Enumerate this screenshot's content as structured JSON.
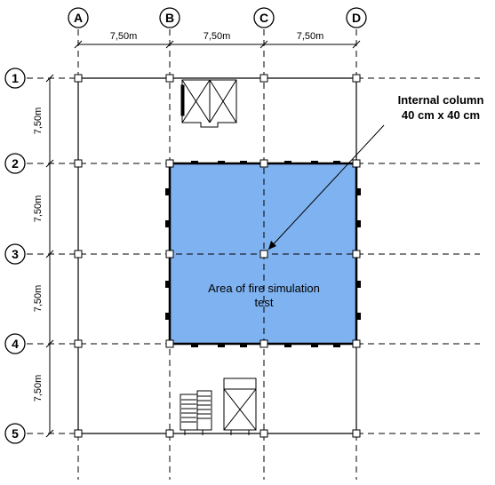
{
  "columns": [
    {
      "id": "A",
      "label": "A"
    },
    {
      "id": "B",
      "label": "B"
    },
    {
      "id": "C",
      "label": "C"
    },
    {
      "id": "D",
      "label": "D"
    }
  ],
  "rows": [
    {
      "id": "1",
      "label": "1"
    },
    {
      "id": "2",
      "label": "2"
    },
    {
      "id": "3",
      "label": "3"
    },
    {
      "id": "4",
      "label": "4"
    },
    {
      "id": "5",
      "label": "5"
    }
  ],
  "dimensions": {
    "horizontal": [
      "7,50m",
      "7,50m",
      "7,50m"
    ],
    "vertical": [
      "7,50m",
      "7,50m",
      "7,50m",
      "7,50m"
    ]
  },
  "callout": {
    "line1": "Internal column",
    "line2": "40 cm x 40 cm"
  },
  "fire_area": {
    "line1": "Area of fire simulation",
    "line2": "test",
    "color": "#7fb2f0"
  }
}
